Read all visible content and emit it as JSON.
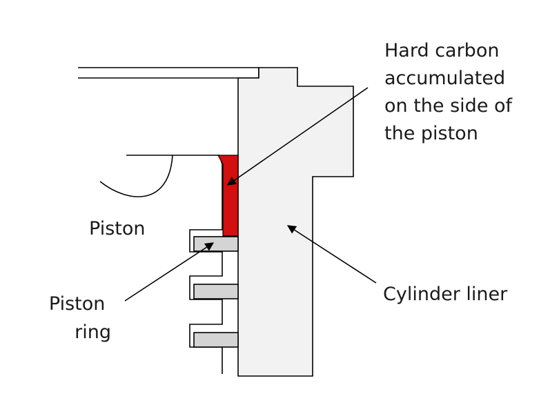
{
  "labels": {
    "hard_carbon": [
      "Hard carbon",
      "accumulated",
      "on the side of",
      "the piston"
    ],
    "piston": "Piston",
    "piston_ring": [
      "Piston",
      "ring"
    ],
    "cylinder_liner": "Cylinder liner"
  },
  "colors": {
    "carbon_deposit": "#d40f0f",
    "liner_fill": "#f2f2f2",
    "ring_fill": "#d4d4d4",
    "outline": "#000000",
    "text": "#1a1a1a"
  },
  "icons": {
    "arrow": "arrowhead"
  }
}
